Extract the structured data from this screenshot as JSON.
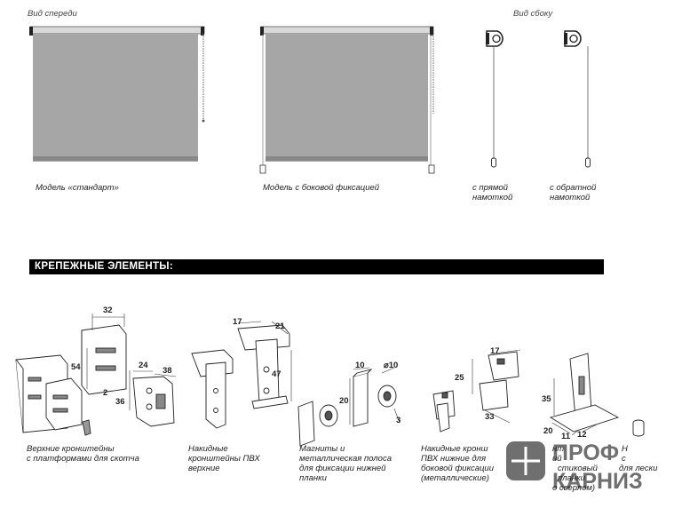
{
  "views": {
    "front": "Вид спереди",
    "side": "Вид сбоку"
  },
  "blinds": {
    "standard": "Модель «стандарт»",
    "side_fix": "Модель с боковой фиксацией",
    "direct_1": "с прямой",
    "direct_2": "намоткой",
    "reverse_1": "с обратной",
    "reverse_2": "намоткой"
  },
  "section_title": "КРЕПЕЖНЫЕ ЭЛЕМЕНТЫ:",
  "parts": {
    "p1_l1": "Верхние кронштейны",
    "p1_l2": "с платформами для скотча",
    "p2_l1": "Накидные",
    "p2_l2": "кронштейны ПВХ",
    "p2_l3": "верхние",
    "p3_l1": "Магниты и",
    "p3_l2": "металлическая полоса",
    "p3_l3": "для фиксации нижней",
    "p3_l4": "планки",
    "p4_l1": "Накидные кронш",
    "p4_l2": "ПВХ нижние для",
    "p4_l3": "боковой фиксации",
    "p4_l4": "(металлические)",
    "p5_l1": "нт",
    "p5_l2": "ий",
    "p5_l3": "стиковый",
    "p5_l4": "планки",
    "p5_l5": "о сверлом)",
    "p6_l1": "Н",
    "p6_l2": "с",
    "p6_l3": "для лески"
  },
  "dims": {
    "a32": "32",
    "a54": "54",
    "a2": "2",
    "a36": "36",
    "a24": "24",
    "a38": "38",
    "b17": "17",
    "b21": "21",
    "b47": "47",
    "c10": "10",
    "c20": "20",
    "c3": "3",
    "c_d10": "⌀10",
    "d17": "17",
    "d25": "25",
    "d33": "33",
    "e35": "35",
    "e20": "20",
    "e11": "11",
    "e12": "12"
  },
  "logo": {
    "line1": "ПРОФ",
    "line2": "КАРНИЗ",
    "color": "#6f6f6f",
    "accent": "#ffffff"
  }
}
